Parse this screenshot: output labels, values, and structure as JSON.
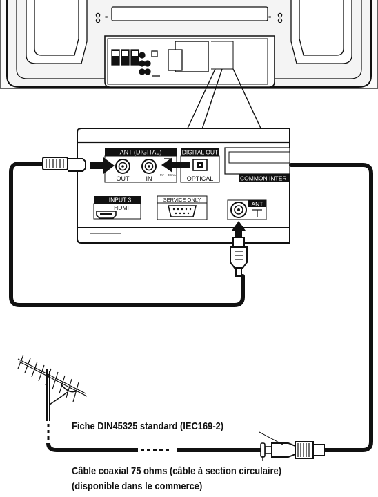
{
  "panel": {
    "ant_digital": "ANT (DIGITAL)",
    "out": "OUT",
    "in": "IN",
    "digital_out": "DIGITAL OUT",
    "optical": "OPTICAL",
    "common_interface": "COMMON INTER",
    "input3": "INPUT 3",
    "hdmi": "HDMI",
    "service_only": "SERVICE ONLY",
    "ant": "ANT",
    "power_note": "5V--- 30mA"
  },
  "captions": {
    "plug": "Fiche DIN45325 standard (IEC169-2)",
    "cable_line1": "Câble coaxial 75 ohms (câble à section circulaire)",
    "cable_line2": "(disponible dans le commerce)"
  }
}
